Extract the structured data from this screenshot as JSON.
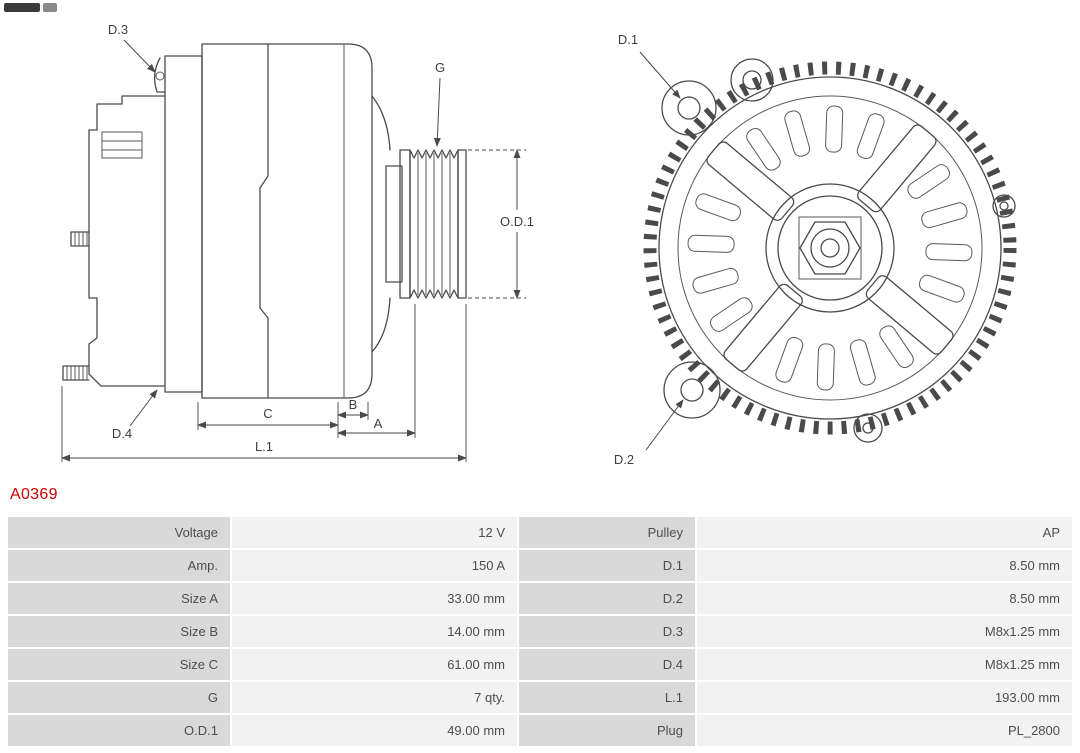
{
  "part": {
    "number": "A0369",
    "accent_color": "#cc0000"
  },
  "diagram": {
    "labels": {
      "d1": "D.1",
      "d2": "D.2",
      "d3": "D.3",
      "d4": "D.4",
      "g": "G",
      "od1": "O.D.1",
      "a": "A",
      "b": "B",
      "c": "C",
      "l1": "L.1"
    },
    "line_color": "#4a4a4a"
  },
  "table": {
    "colors": {
      "label_bg": "#d9d9d9",
      "value_bg": "#f2f2f2",
      "text": "#4d4d4d"
    },
    "rows": [
      {
        "label1": "Voltage",
        "value1": "12 V",
        "label2": "Pulley",
        "value2": "AP"
      },
      {
        "label1": "Amp.",
        "value1": "150 A",
        "label2": "D.1",
        "value2": "8.50 mm"
      },
      {
        "label1": "Size A",
        "value1": "33.00 mm",
        "label2": "D.2",
        "value2": "8.50 mm"
      },
      {
        "label1": "Size B",
        "value1": "14.00 mm",
        "label2": "D.3",
        "value2": "M8x1.25 mm"
      },
      {
        "label1": "Size C",
        "value1": "61.00 mm",
        "label2": "D.4",
        "value2": "M8x1.25 mm"
      },
      {
        "label1": "G",
        "value1": "7 qty.",
        "label2": "L.1",
        "value2": "193.00 mm"
      },
      {
        "label1": "O.D.1",
        "value1": "49.00 mm",
        "label2": "Plug",
        "value2": "PL_2800"
      }
    ]
  }
}
